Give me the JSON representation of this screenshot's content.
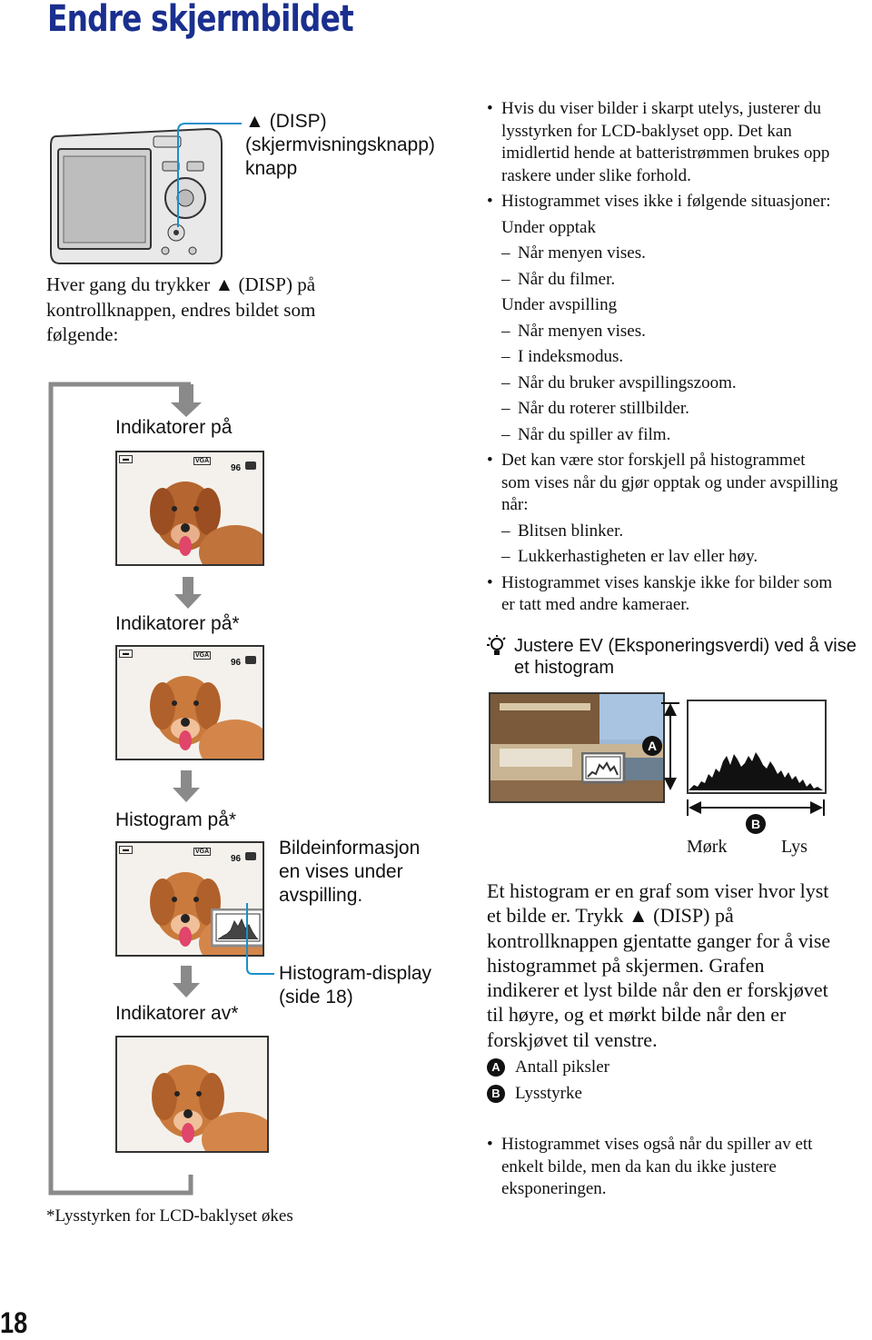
{
  "page_title": "Endre skjermbildet",
  "disp_callout": [
    "▲ (DISP)",
    "(skjermvisningsknapp)",
    "knapp"
  ],
  "intro": [
    "Hver gang du trykker ▲ (DISP) på",
    "kontrollknappen, endres bildet som",
    "følgende:"
  ],
  "modes": {
    "m1": "Indikatorer på",
    "m2": "Indikatorer på*",
    "m3": "Histogram på*",
    "m4": "Indikatorer av*"
  },
  "screen_indicators": {
    "vga": "VGA",
    "count": "96"
  },
  "side_notes": {
    "info": [
      "Bildeinformasjon",
      "en vises under",
      "avspilling."
    ],
    "histo": [
      "Histogram-display",
      "(side 18)"
    ]
  },
  "footnote": "*Lysstyrken for LCD-baklyset økes",
  "page_number": "18",
  "right": {
    "b1": [
      "Hvis du viser bilder i skarpt utelys, justerer du",
      "lysstyrken for LCD-baklyset opp. Det kan",
      "imidlertid hende at batteristrømmen brukes opp",
      "raskere under slike forhold."
    ],
    "b2": "Histogrammet vises ikke i følgende situasjoner:",
    "under_opptak": "Under opptak",
    "d1": "Når menyen vises.",
    "d2": "Når du filmer.",
    "under_avspilling": "Under avspilling",
    "d3": "Når menyen vises.",
    "d4": "I indeksmodus.",
    "d5": "Når du bruker avspillingszoom.",
    "d6": "Når du roterer stillbilder.",
    "d7": "Når du spiller av film.",
    "b3": [
      "Det kan være stor forskjell på histogrammet",
      "som vises når du gjør opptak og under avspilling",
      "når:"
    ],
    "d8": "Blitsen blinker.",
    "d9": "Lukkerhastigheten er lav eller høy.",
    "b4": [
      "Histogrammet vises kanskje ikke for bilder som",
      "er tatt med andre kameraer."
    ],
    "tip_title": [
      "Justere EV (Eksponeringsverdi) ved å vise",
      "et histogram"
    ],
    "badge_a": "A",
    "badge_b": "B",
    "dark": "Mørk",
    "light": "Lys",
    "para": [
      "Et histogram er en graf som viser hvor lyst",
      "et bilde er. Trykk ▲ (DISP) på",
      "kontrollknappen gjentatte ganger for å vise",
      "histogrammet på skjermen. Grafen",
      "indikerer et lyst bilde når den er forskjøvet",
      "til høyre, og et mørkt bilde når den er",
      "forskjøvet til venstre."
    ],
    "legend_a": "Antall piksler",
    "legend_b": "Lysstyrke",
    "b5": [
      "Histogrammet vises også når du spiller av ett",
      "enkelt bilde, men da kan du ikke justere",
      "eksponeringen."
    ]
  }
}
